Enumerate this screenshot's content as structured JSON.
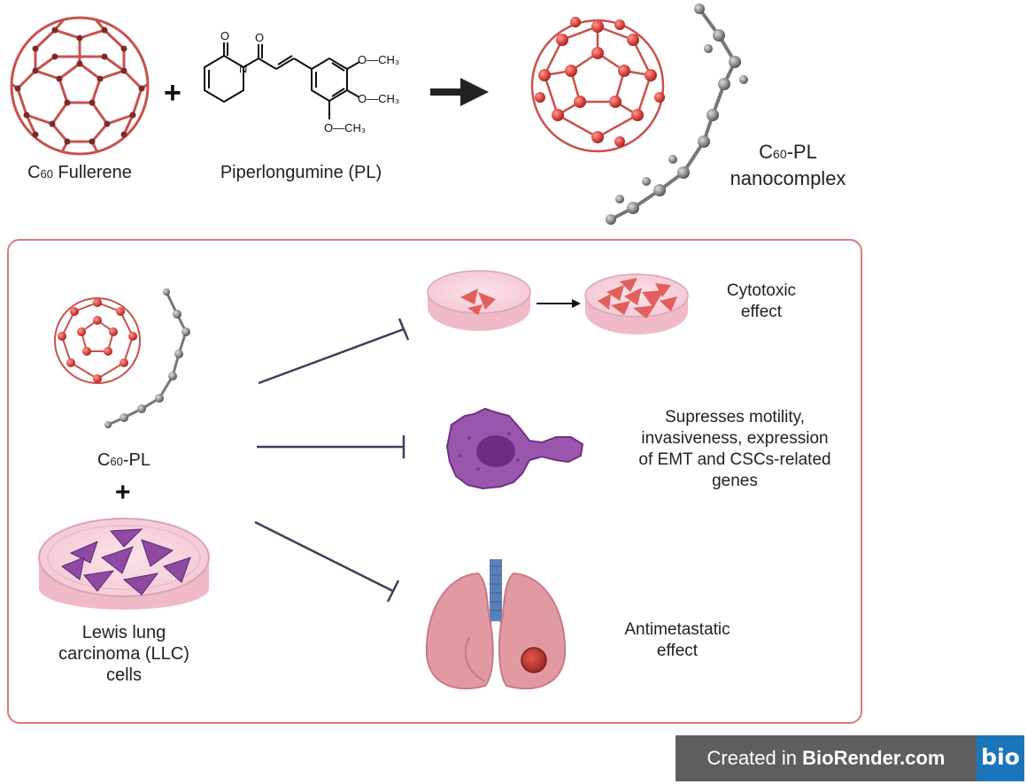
{
  "top": {
    "fullerene_label_prefix": "C",
    "fullerene_label_sub": "60",
    "fullerene_label_rest": " Fullerene",
    "pl_label": "Piperlongumine (PL)",
    "plus": "+",
    "complex_label_prefix": "C",
    "complex_label_sub": "60",
    "complex_label_rest": "-PL",
    "complex_label_line2": "nanocomplex",
    "methoxy_1": "O—CH₃",
    "methoxy_2": "O—CH₃",
    "methoxy_3": "O—CH₃",
    "oxygen_1": "O",
    "oxygen_2": "O",
    "nitrogen": "N"
  },
  "panel": {
    "complex_label_prefix": "C",
    "complex_label_sub": "60",
    "complex_label_rest": "-PL",
    "plus": "+",
    "cells_label_line1": "Lewis lung",
    "cells_label_line2": "carcinoma (LLC)",
    "cells_label_line3": "cells",
    "effect1_line1": "Cytotoxic",
    "effect1_line2": "effect",
    "effect2_line1": "Supresses motility,",
    "effect2_line2": "invasiveness, expression",
    "effect2_line3": "of EMT and CSCs-related",
    "effect2_line4": "genes",
    "effect3_line1": "Antimetastatic",
    "effect3_line2": "effect"
  },
  "badge": {
    "text_prefix": "Created in ",
    "text_brand": "BioRender.com",
    "logo": "bio"
  },
  "colors": {
    "fullerene": "#d9534f",
    "panel_border": "#e07a78",
    "inhibit_line": "#3a3f58",
    "cell_purple": "#8e4aa3",
    "dish_pink": "#f7d6e0",
    "lung": "#e29aa2",
    "badge_bg": "#5e5e5e",
    "badge_logo": "#1b75bb"
  }
}
